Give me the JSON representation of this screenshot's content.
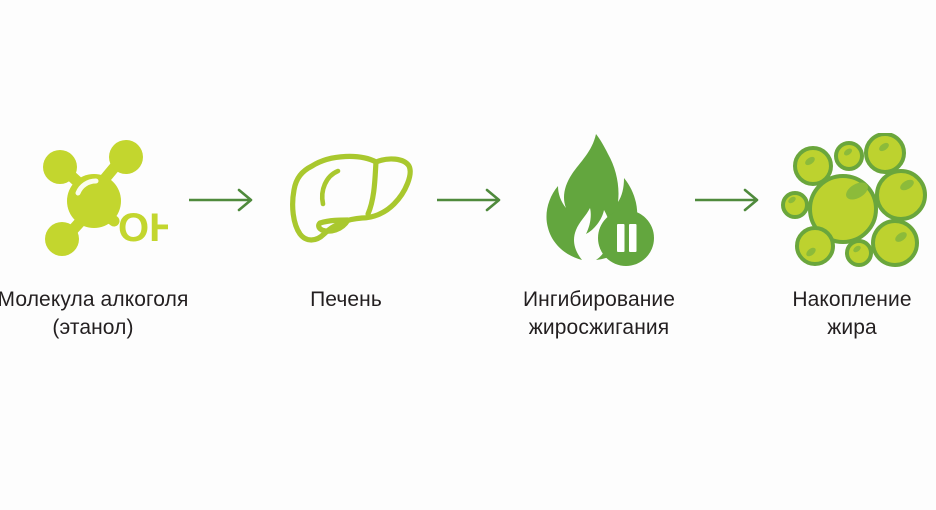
{
  "diagram": {
    "background_color": "#fdfdfd",
    "title_text_color": "#231f20",
    "palette": {
      "lime": "#c3d62e",
      "lime_light": "#cdd93a",
      "green": "#63a63e",
      "green_dark": "#5d9c3a",
      "arrow": "#4f8a3c",
      "white": "#ffffff"
    },
    "steps": [
      {
        "id": "alcohol-molecule",
        "icon": "molecule-icon",
        "icon_text": "OH",
        "label": "Молекула алкоголя\n(этанол)"
      },
      {
        "id": "liver",
        "icon": "liver-icon",
        "label": "Печень"
      },
      {
        "id": "fat-burning-inhibition",
        "icon": "flame-pause-icon",
        "label": "Ингибирование\nжиросжигания"
      },
      {
        "id": "fat-accumulation",
        "icon": "fat-globules-icon",
        "label": "Накопление\nжира"
      }
    ],
    "arrows": [
      {
        "id": "arrow-1",
        "direction": "right"
      },
      {
        "id": "arrow-2",
        "direction": "right"
      },
      {
        "id": "arrow-3",
        "direction": "right"
      }
    ]
  }
}
